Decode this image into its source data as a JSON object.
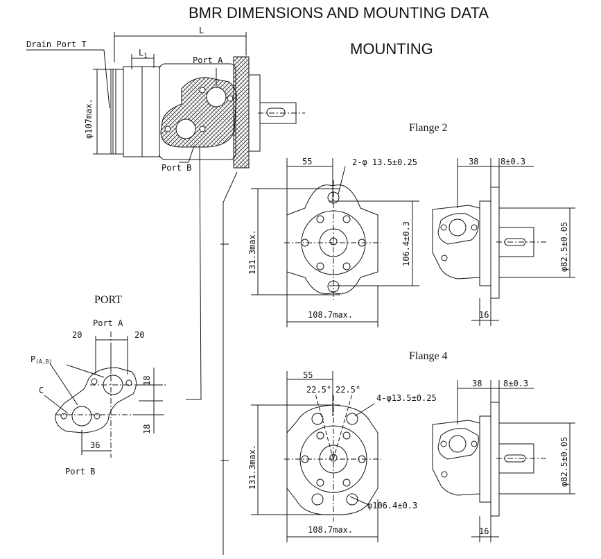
{
  "title": "BMR DIMENSIONS AND  MOUNTING DATA",
  "subtitle": "MOUNTING",
  "side_view": {
    "length_label": "L",
    "drain_port_label": "Drain Port T",
    "l1_label": "L",
    "l1_sub": "1",
    "port_a_label": "Port A",
    "port_b_label": "Port B",
    "diameter_label": "φ107max."
  },
  "port": {
    "section_title": "PORT",
    "port_a_label": "Port A",
    "port_b_label": "Port B",
    "p_label": "P",
    "p_sub": "(A,B)",
    "c_label": "C",
    "dim_20_left": "20",
    "dim_20_right": "20",
    "dim_18_top": "18",
    "dim_18_bottom": "18",
    "dim_36": "36"
  },
  "flange2": {
    "section_title": "Flange  2",
    "dim_55": "55",
    "hole_label": "2-φ 13.5±0.25",
    "height_label": "131.3max.",
    "bolt_label": "106.4±0.3",
    "width_label": "108.7max.",
    "dim_38": "38",
    "dim_8": "8±0.3",
    "dim_16": "16",
    "pilot_label": "φ82.5±0.05"
  },
  "flange4": {
    "section_title": "Flange  4",
    "dim_55": "55",
    "angle_left": "22.5°",
    "angle_right": "22.5°",
    "hole_label": "4-φ13.5±0.25",
    "height_label": "131.3max.",
    "bolt_label": "φ106.4±0.3",
    "width_label": "108.7max.",
    "dim_38": "38",
    "dim_8": "8±0.3",
    "dim_16": "16",
    "pilot_label": "φ82.5±0.05"
  }
}
